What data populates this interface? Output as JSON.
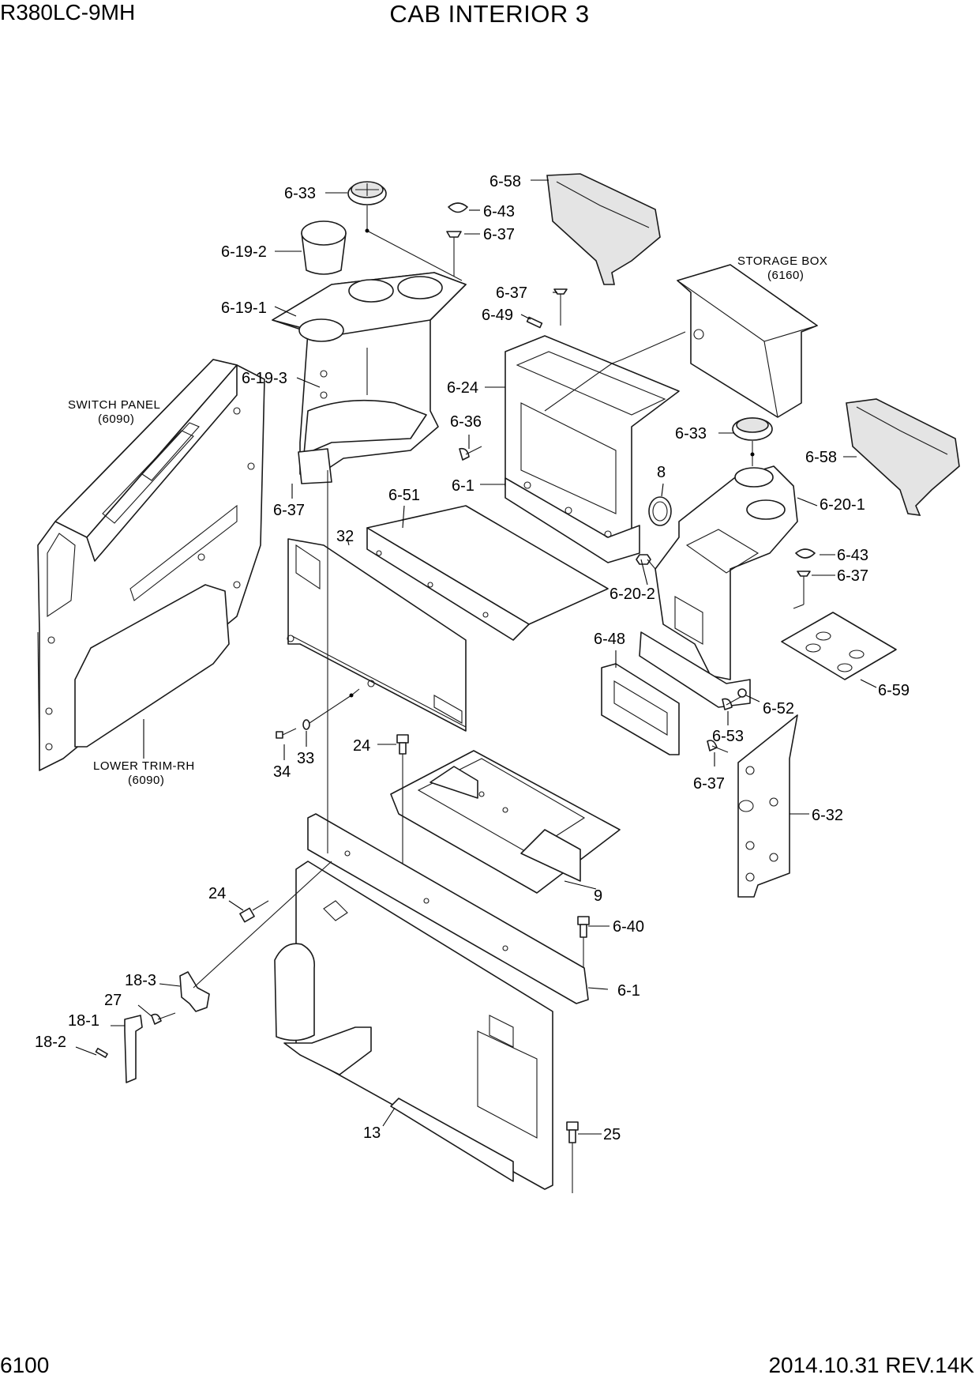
{
  "header": {
    "model": "R380LC-9MH",
    "title": "CAB INTERIOR 3"
  },
  "footer": {
    "page_number": "6100",
    "revision": "2014.10.31  REV.14K"
  },
  "references": {
    "switch_panel": [
      "SWITCH PANEL",
      "(6090)"
    ],
    "lower_trim": [
      "LOWER TRIM-RH",
      "(6090)"
    ],
    "storage_box": [
      "STORAGE BOX",
      "(6160)"
    ]
  },
  "callouts": [
    "6-33",
    "6-19-2",
    "6-19-1",
    "6-19-3",
    "6-37",
    "6-43",
    "6-37",
    "6-58",
    "6-37",
    "6-49",
    "6-24",
    "6-36",
    "6-1",
    "6-33",
    "6-58",
    "8",
    "6-20-1",
    "6-51",
    "32",
    "6-43",
    "6-37",
    "6-20-2",
    "6-48",
    "6-59",
    "6-52",
    "6-53",
    "6-37",
    "6-32",
    "24",
    "34",
    "33",
    "9",
    "24",
    "6-40",
    "18-3",
    "27",
    "18-1",
    "18-2",
    "6-1",
    "13",
    "25"
  ]
}
